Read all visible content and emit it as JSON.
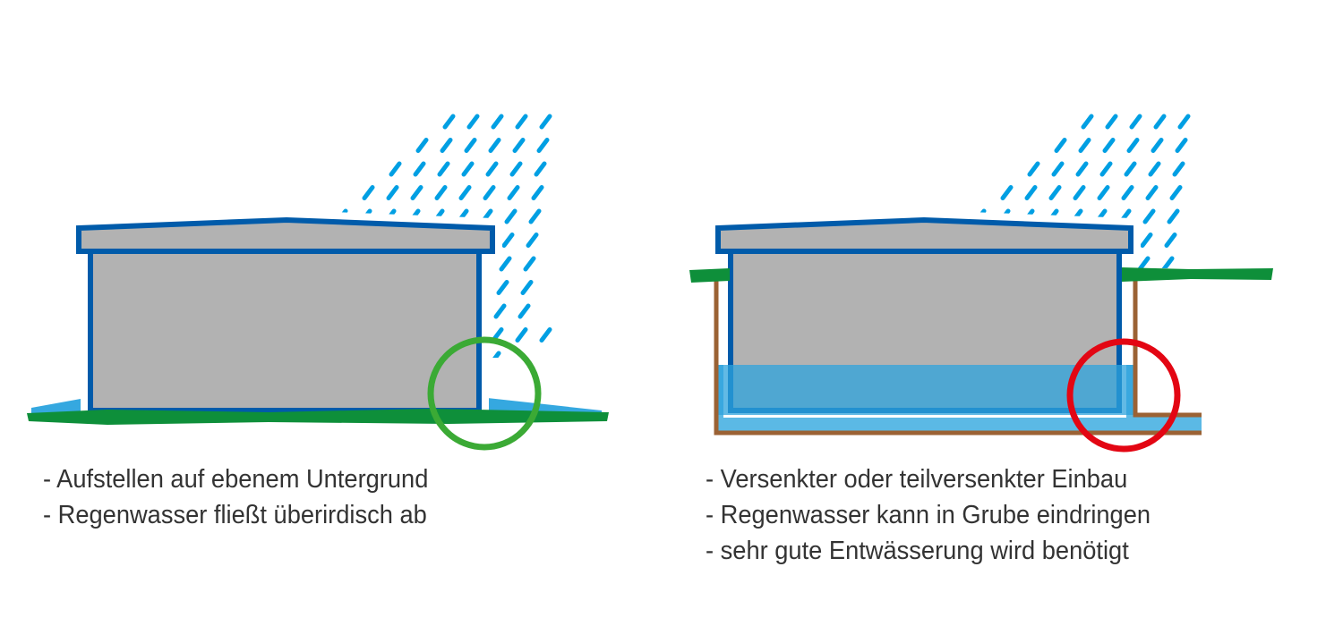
{
  "colors": {
    "outline": "#005BAA",
    "body": "#B2B2B2",
    "rain": "#009FE3",
    "water": "#4DB6E6",
    "grass": "#0E8F3A",
    "soil": "#9B6234",
    "ok_circle": "#3BAA35",
    "bad_circle": "#E30613"
  },
  "left_panel": {
    "lines": [
      "- Aufstellen auf ebenem Untergrund",
      "- Regenwasser fließt überirdisch ab"
    ]
  },
  "right_panel": {
    "lines": [
      "- Versenkter oder teilversenkter Einbau",
      "- Regenwasser kann in Grube eindringen",
      "- sehr gute Entwässerung wird benötigt"
    ]
  }
}
